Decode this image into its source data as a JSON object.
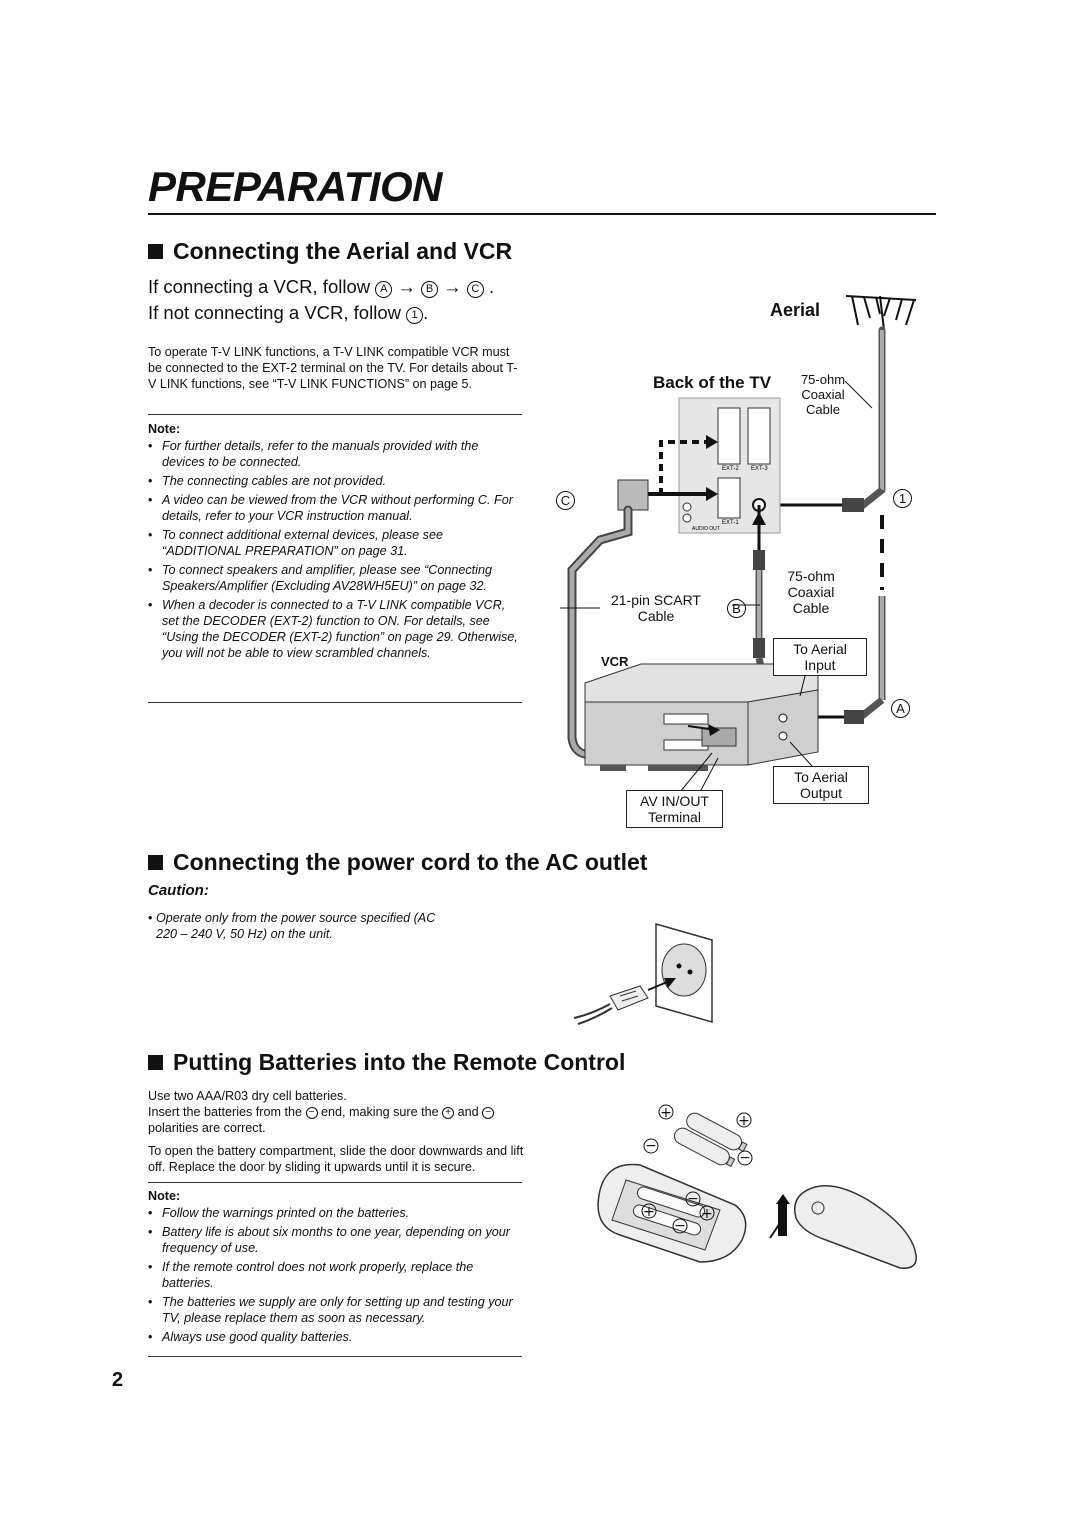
{
  "page": {
    "title": "PREPARATION",
    "number": "2"
  },
  "aerial_section": {
    "heading": "Connecting the Aerial and VCR",
    "lead_line1_text": "If connecting a VCR, follow",
    "lead_line1_steps": [
      "A",
      "B",
      "C"
    ],
    "lead_arrow": "→",
    "lead_line2_text": "If not connecting a VCR, follow",
    "lead_line2_step": "1",
    "intro": "To operate T-V LINK functions, a T-V LINK compatible VCR must be connected to the EXT-2 terminal on the TV. For details about T-V LINK functions, see “T-V LINK FUNCTIONS” on page 5.",
    "note_label": "Note:",
    "notes": [
      "For further details, refer to the manuals provided with the devices to be connected.",
      "The connecting cables are not provided.",
      "A video can be viewed from the VCR without performing C. For details, refer to your VCR instruction manual.",
      "To connect additional external devices, please see “ADDITIONAL PREPARATION” on page 31.",
      "To connect speakers and amplifier, please see “Connecting Speakers/Amplifier (Excluding AV28WH5EU)” on page 32.",
      "When a decoder is connected to a T-V LINK compatible VCR, set the DECODER (EXT-2) function to ON. For details, see “Using the DECODER (EXT-2) function” on page 29. Otherwise, you will not be able to view scrambled channels."
    ],
    "diagram": {
      "aerial_label": "Aerial",
      "back_of_tv_label": "Back of the TV",
      "coax_top_line1": "75-ohm",
      "coax_top_line2": "Coaxial",
      "coax_top_line3": "Cable",
      "coax_mid_line1": "75-ohm",
      "coax_mid_line2": "Coaxial",
      "coax_mid_line3": "Cable",
      "scart_line1": "21-pin SCART",
      "scart_line2": "Cable",
      "vcr_label": "VCR",
      "aerial_input_line1": "To Aerial",
      "aerial_input_line2": "Input",
      "aerial_output_line1": "To Aerial",
      "aerial_output_line2": "Output",
      "avinout_line1": "AV IN/OUT",
      "avinout_line2": "Terminal",
      "step_a": "A",
      "step_b": "B",
      "step_c": "C",
      "step_1": "1",
      "tv_terminals": [
        "EXT-2",
        "EXT-3",
        "EXT-1"
      ],
      "tv_small_label": "AUDIO OUT"
    }
  },
  "power_section": {
    "heading": "Connecting the power cord to the AC outlet",
    "caution_label": "Caution:",
    "caution_text": "Operate only from the power source specified (AC 220 – 240 V, 50 Hz) on the unit."
  },
  "battery_section": {
    "heading": "Putting Batteries into the Remote Control",
    "para1_a": "Use two AAA/R03 dry cell batteries.",
    "para1_b_pre": "Insert the batteries from the",
    "para1_b_mid": "end, making sure the",
    "para1_b_and": "and",
    "para1_b_post": "polarities are correct.",
    "minus_symbol": "−",
    "plus_symbol": "+",
    "para2": "To open the battery compartment, slide the door downwards and lift off. Replace the door by sliding it upwards until it is secure.",
    "note_label": "Note:",
    "notes": [
      "Follow the warnings printed on the batteries.",
      "Battery life is about six months to one year, depending on your frequency of use.",
      "If the remote control does not work properly, replace the batteries.",
      "The batteries we supply are only for setting up and testing your TV, please replace them as soon as necessary.",
      "Always use good quality batteries."
    ]
  }
}
